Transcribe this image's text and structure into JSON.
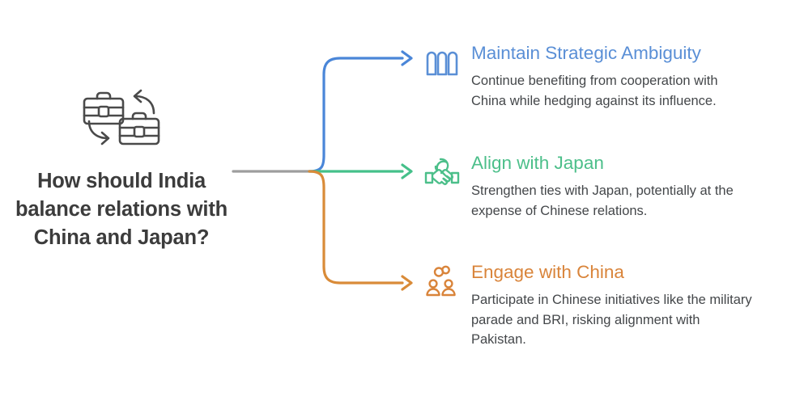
{
  "diagram": {
    "type": "horizontal-branching-mindmap",
    "root": {
      "icon": "briefcase-exchange-icon",
      "title": "How should India balance relations with China and Japan?",
      "title_lines": [
        "How should India",
        "balance relations",
        "with China and",
        "Japan?"
      ],
      "text_color": "#3c3c3c",
      "stem_color": "#9e9e9e"
    },
    "branches": [
      {
        "id": "maintain-strategic-ambiguity",
        "icon": "pillars-icon",
        "heading": "Maintain Strategic Ambiguity",
        "description": "Continue benefiting from cooperation with China while hedging against its influence.",
        "description_lines": [
          "Continue benefiting from cooperation with",
          "China while hedging against its influence."
        ],
        "color": "#5a8fd6",
        "line_color": "#4a86d8"
      },
      {
        "id": "align-with-japan",
        "icon": "handshake-icon",
        "heading": "Align with Japan",
        "description": "Strengthen ties with Japan, potentially at the expense of Chinese relations.",
        "description_lines": [
          "Strengthen ties with Japan, potentially at",
          "the expense of Chinese relations."
        ],
        "color": "#4cbf8a",
        "line_color": "#45c08a"
      },
      {
        "id": "engage-with-china",
        "icon": "two-people-connection-icon",
        "heading": "Engage with China",
        "description": "Participate in Chinese initiatives like the military parade and BRI, risking alignment with Pakistan.",
        "description_lines": [
          "Participate in Chinese initiatives like the",
          "military parade and BRI, risking alignment",
          "with Pakistan."
        ],
        "color": "#d9843a",
        "line_color": "#d98b38"
      }
    ]
  }
}
